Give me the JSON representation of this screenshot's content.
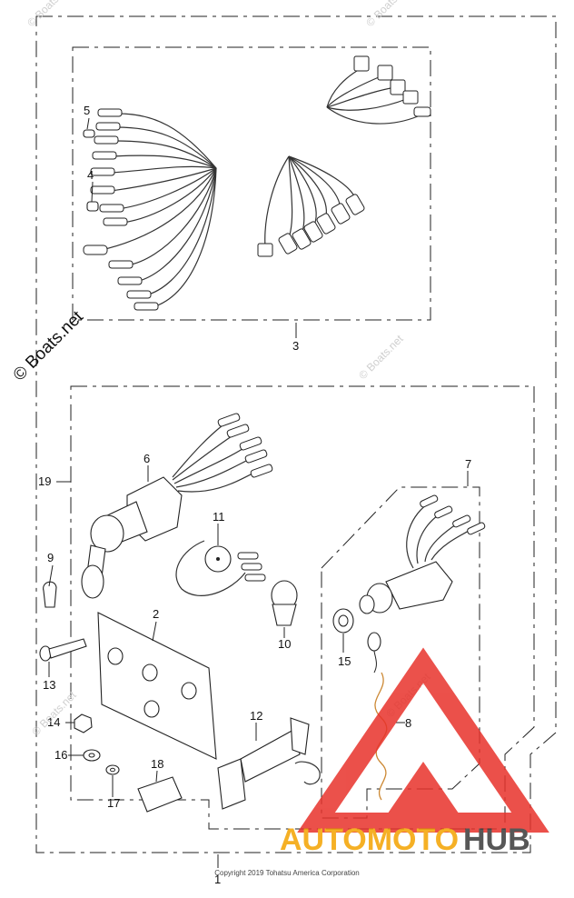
{
  "watermark": {
    "brand": "© Boats.net",
    "faint": "© Boats.net"
  },
  "callouts": [
    "1",
    "2",
    "3",
    "4",
    "5",
    "6",
    "7",
    "8",
    "9",
    "10",
    "11",
    "12",
    "13",
    "14",
    "15",
    "16",
    "17",
    "18",
    "19"
  ],
  "copyright": "Copyright 2019 Tohatsu America Corporation",
  "logo": {
    "left": "AUTOMOTO",
    "right": "HUB",
    "accent_color": "#e8322b",
    "orange": "#f4a300",
    "dark": "#3a3a3a"
  }
}
